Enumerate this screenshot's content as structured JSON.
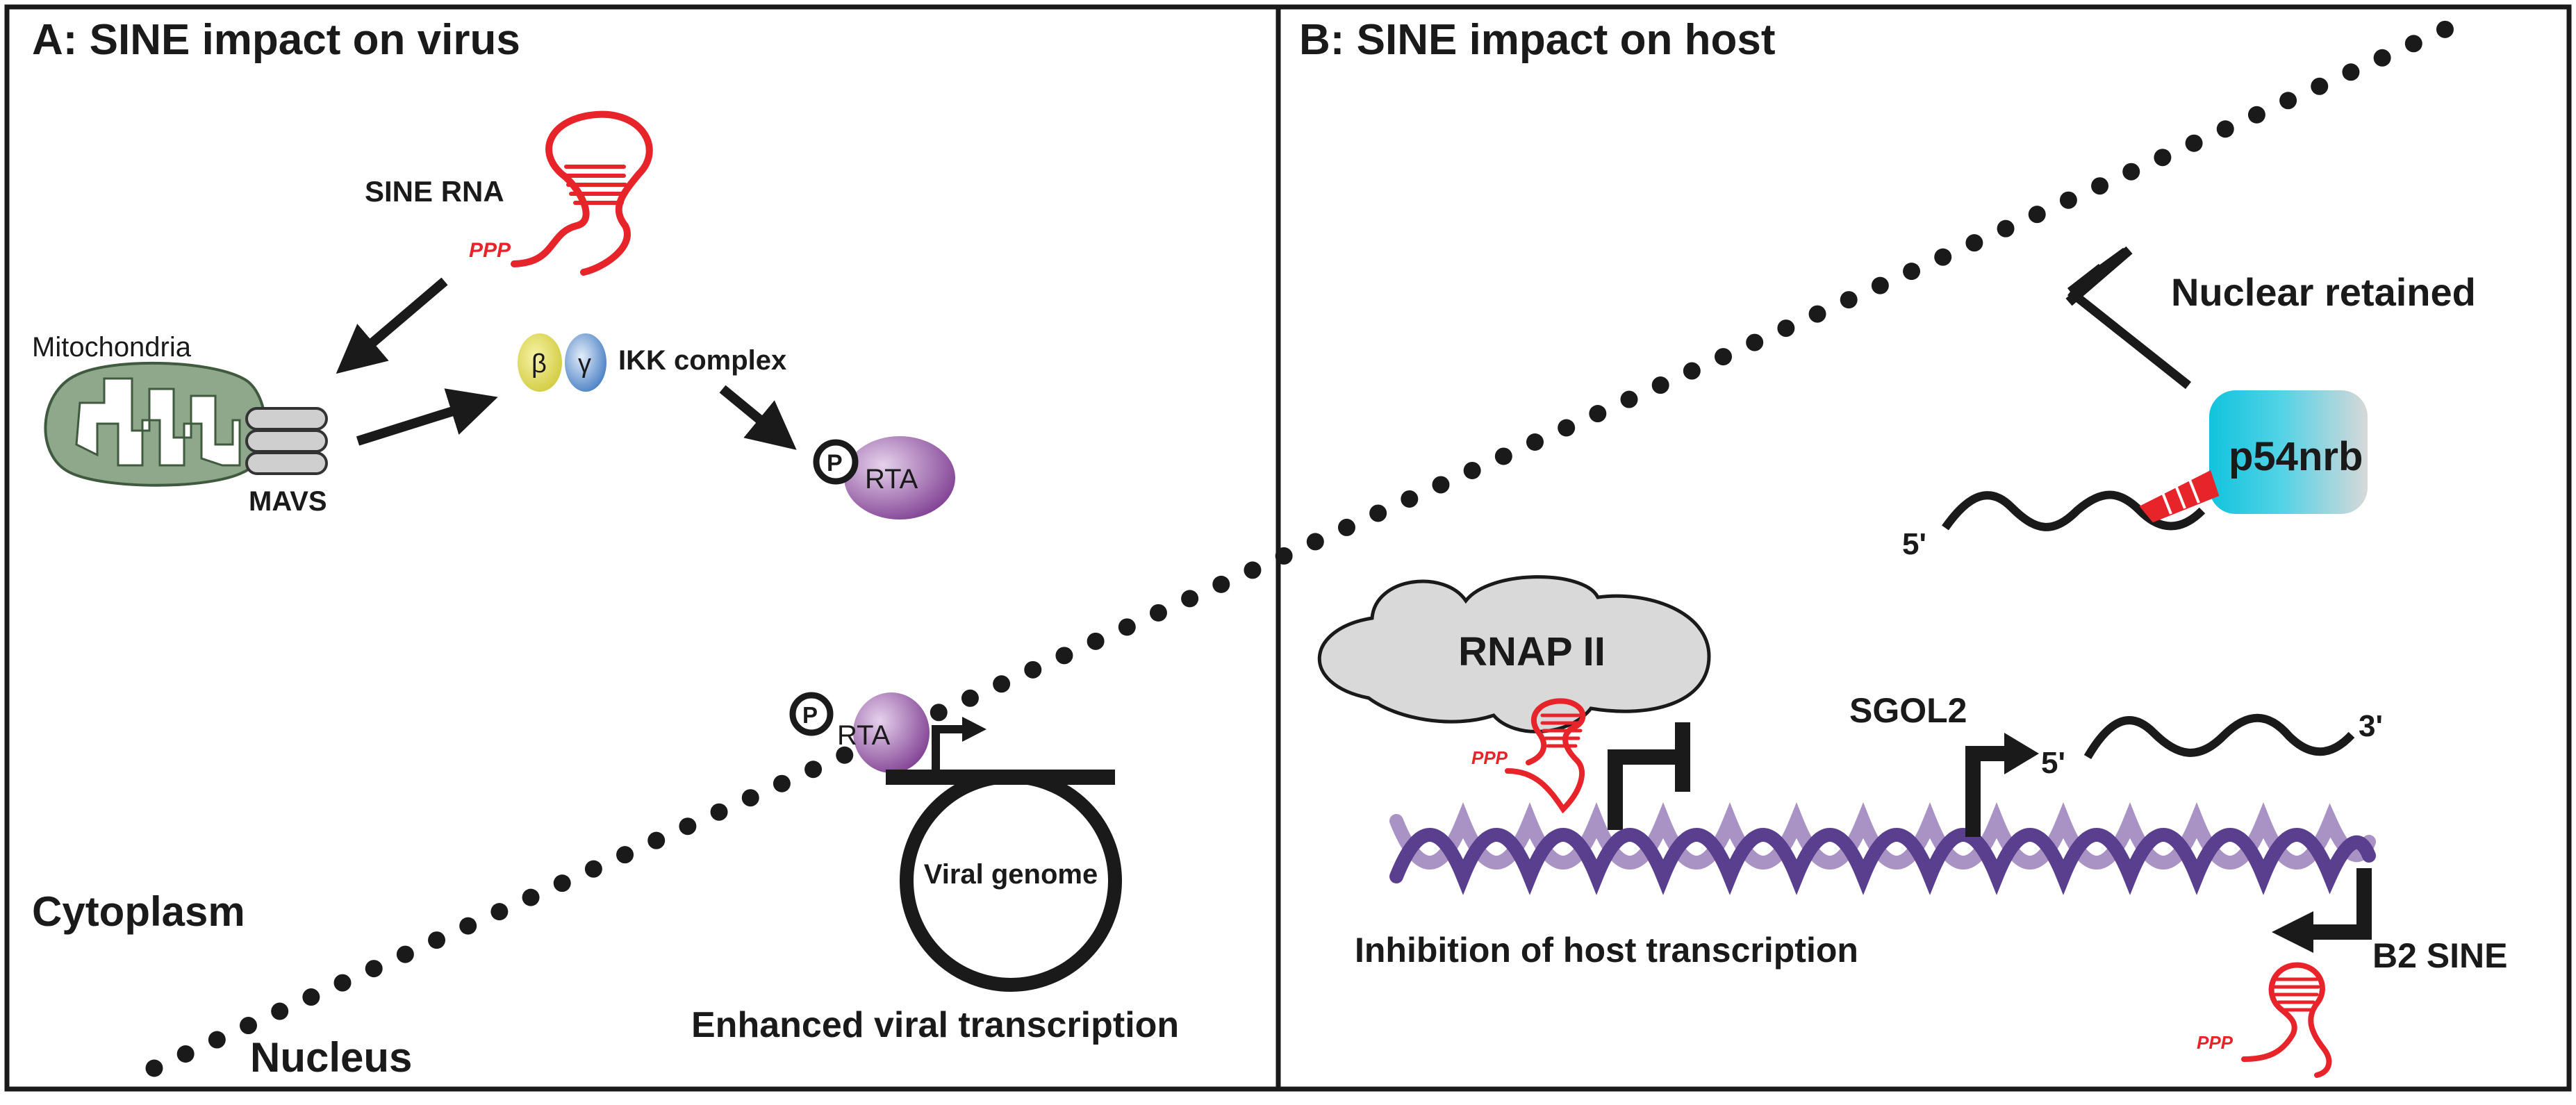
{
  "panels": {
    "a": {
      "title": "A: SINE impact on virus",
      "sine_rna": "SINE RNA",
      "ppp": "PPP",
      "mitochondria": "Mitochondria",
      "mavs": "MAVS",
      "beta": "β",
      "gamma": "γ",
      "ikk": "IKK complex",
      "p": "P",
      "rta": "RTA",
      "viral_genome": "Viral genome",
      "cytoplasm": "Cytoplasm",
      "nucleus": "Nucleus",
      "enhanced": "Enhanced viral transcription"
    },
    "b": {
      "title": "B: SINE impact on host",
      "nuclear_retained": "Nuclear retained",
      "p54nrb": "p54nrb",
      "five_prime": "5'",
      "three_prime": "3'",
      "rnap": "RNAP II",
      "sgol2": "SGOL2",
      "ppp": "PPP",
      "b2sine": "B2 SINE",
      "inhibition": "Inhibition of host transcription"
    }
  },
  "colors": {
    "sine_red": "#e8242b",
    "mito_green": "#8fa88c",
    "mavs_gray": "#cfcfcf",
    "beta_yellow": "#d9d44a",
    "gamma_blue": "#4f86c6",
    "rta_purple": "#8d4a9e",
    "p54_cyan": "#1cc6e0",
    "rnap_gray": "#d9d9d9",
    "dna_dark": "#5b3f8f",
    "dna_light": "#a893c4"
  }
}
